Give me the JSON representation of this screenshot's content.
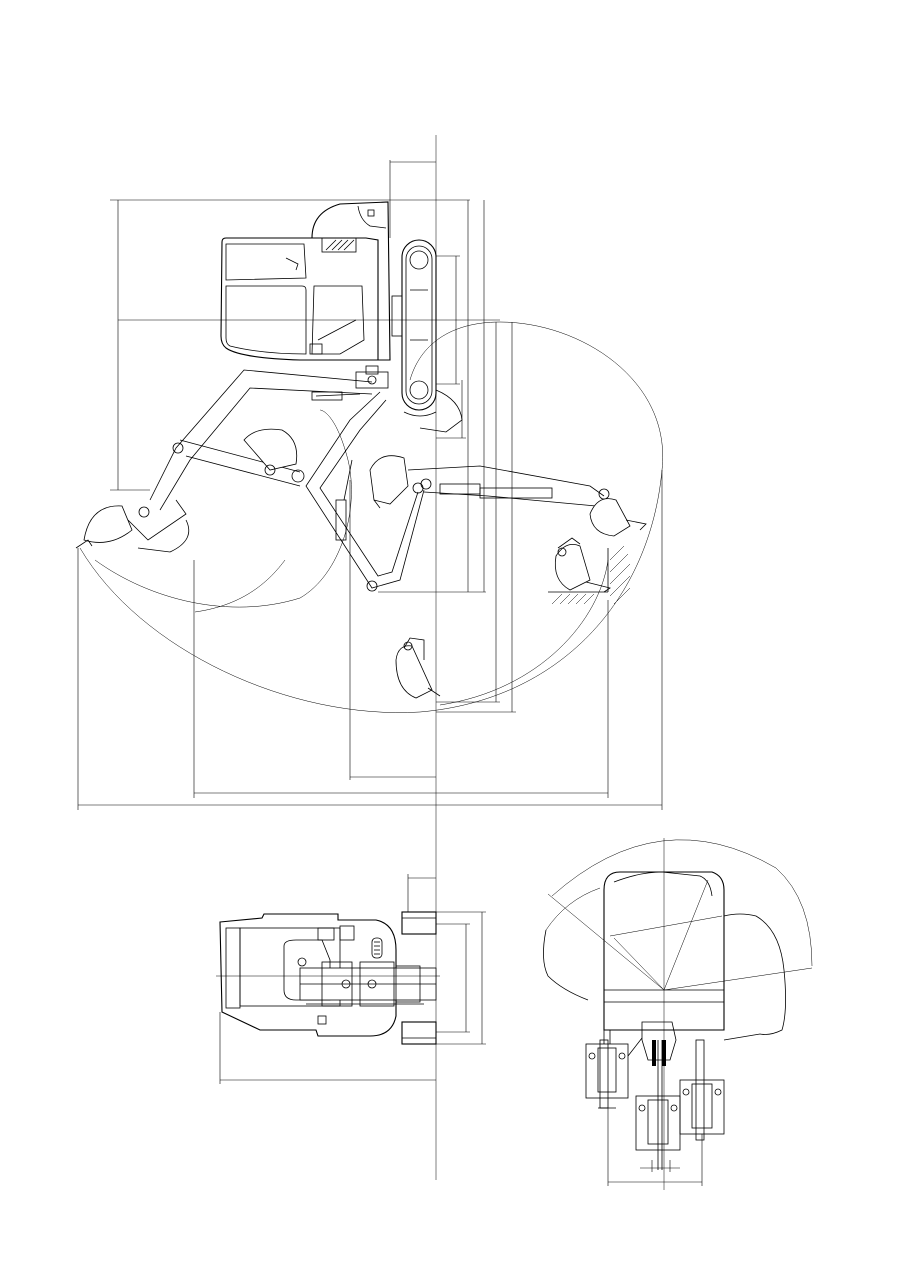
{
  "drawing": {
    "views": [
      {
        "id": "side-view"
      },
      {
        "id": "top-view"
      },
      {
        "id": "front-view"
      }
    ],
    "line_color": "#000000",
    "background": "#ffffff"
  }
}
